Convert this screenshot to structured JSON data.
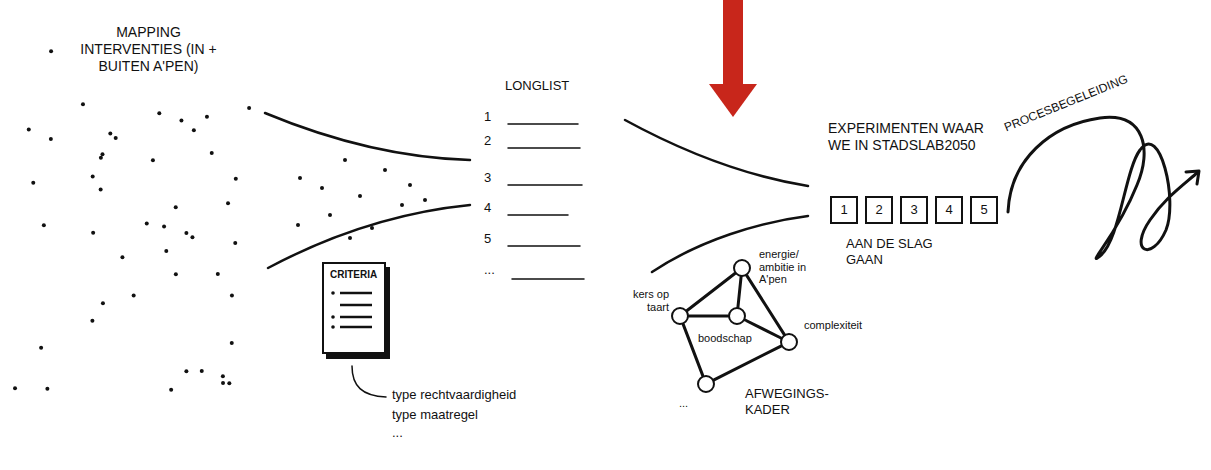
{
  "diagram": {
    "nodes": [
      {
        "text": [
          "CRITERIA"
        ]
      },
      {
        "text": [
          "kers op taart"
        ]
      },
      {
        "text": [
          "energie/ ambitie in A'pen"
        ]
      },
      {
        "text": [
          "boodschap"
        ]
      },
      {
        "text": [
          "complexiteit"
        ]
      },
      {
        "text": [
          "..."
        ]
      },
      {
        "text": [
          "1"
        ]
      },
      {
        "text": [
          "2"
        ]
      },
      {
        "text": [
          "3"
        ]
      },
      {
        "text": [
          "4"
        ]
      },
      {
        "text": [
          "5"
        ]
      }
    ],
    "edges": [
      {
        "from": 1,
        "to": 2,
        "arrow": "none"
      },
      {
        "from": 2,
        "to": 4,
        "arrow": "none"
      },
      {
        "from": 4,
        "to": 5,
        "arrow": "none"
      },
      {
        "from": 5,
        "to": 1,
        "arrow": "none"
      },
      {
        "from": 1,
        "to": 3,
        "arrow": "none"
      },
      {
        "from": 2,
        "to": 3,
        "arrow": "none"
      },
      {
        "from": 3,
        "to": 4,
        "arrow": "none"
      }
    ],
    "labels": [
      "MAPPING INTERVENTIES (IN + BUITEN A'PEN)",
      "LONGLIST",
      "1",
      "2",
      "3",
      "4",
      "5",
      "...",
      "type rechtvaardigheid",
      "type maatregel",
      "...",
      "AFWEGINGS- KADER",
      "EXPERIMENTEN WAAR WE IN STADSLAB2050",
      "AAN DE SLAG GAAN",
      "PROCESBEGELEIDING"
    ]
  }
}
